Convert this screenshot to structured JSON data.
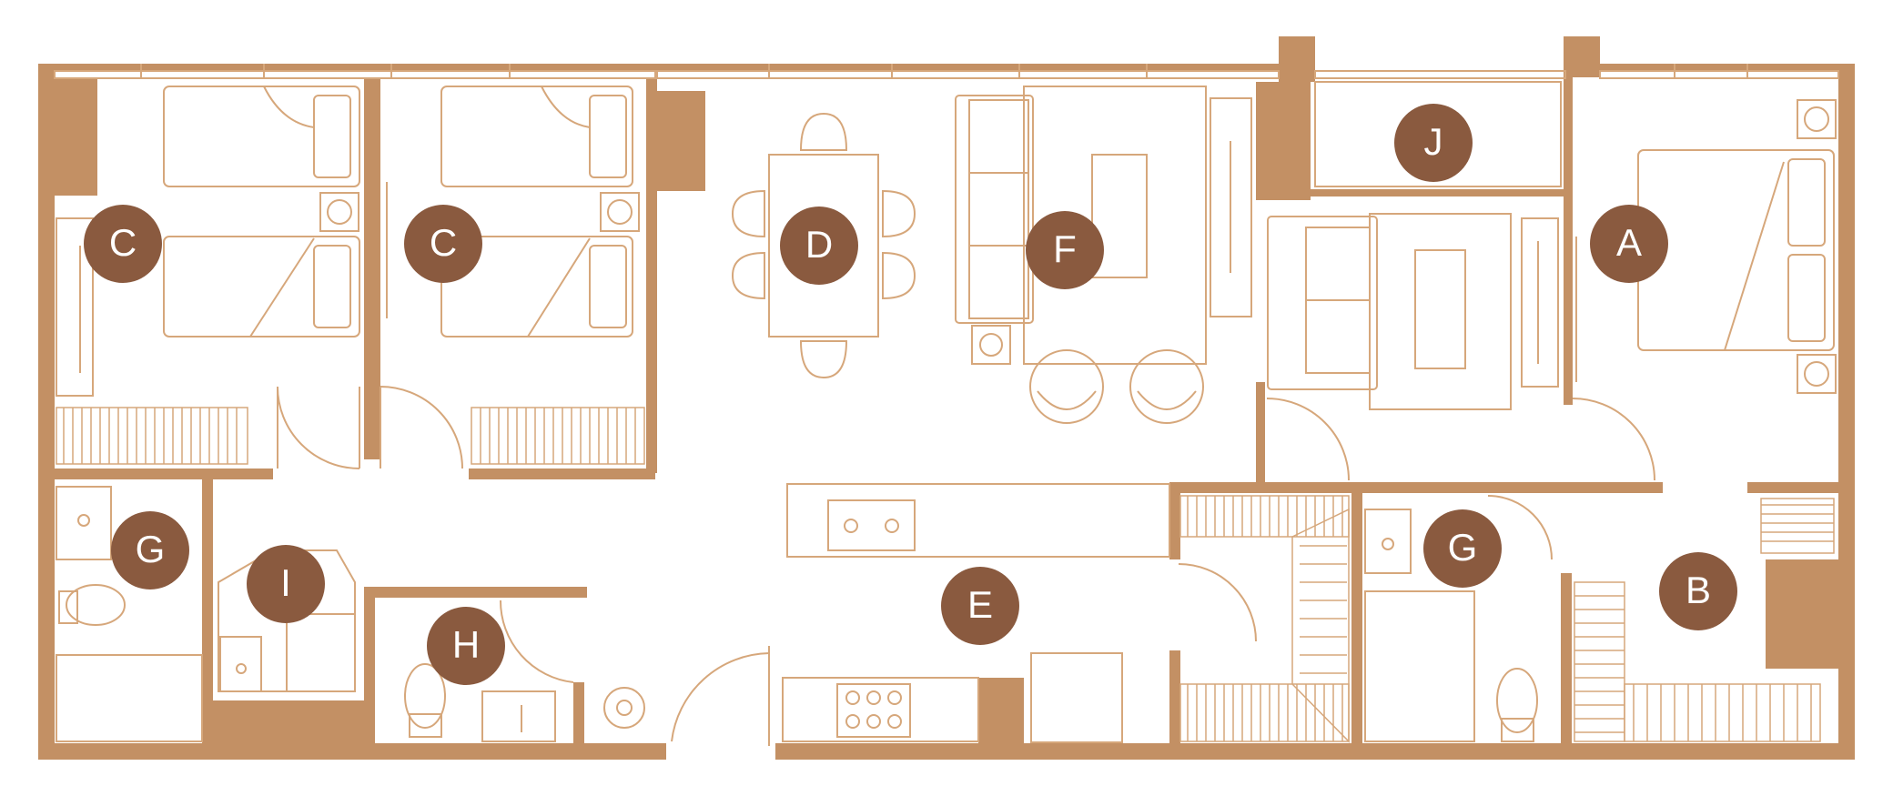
{
  "plan": {
    "colors": {
      "wall": "#c39064",
      "line": "#d6a77b",
      "badge": "#8a5a3f",
      "badge_text": "#ffffff",
      "background": "#ffffff"
    },
    "rooms": [
      {
        "id": "room-a",
        "label": "A"
      },
      {
        "id": "room-b",
        "label": "B"
      },
      {
        "id": "room-c-left",
        "label": "C"
      },
      {
        "id": "room-c-right",
        "label": "C"
      },
      {
        "id": "room-d",
        "label": "D"
      },
      {
        "id": "room-e",
        "label": "E"
      },
      {
        "id": "room-f",
        "label": "F"
      },
      {
        "id": "room-g-left",
        "label": "G"
      },
      {
        "id": "room-g-right",
        "label": "G"
      },
      {
        "id": "room-h",
        "label": "H"
      },
      {
        "id": "room-i",
        "label": "I"
      },
      {
        "id": "room-j",
        "label": "J"
      }
    ]
  }
}
